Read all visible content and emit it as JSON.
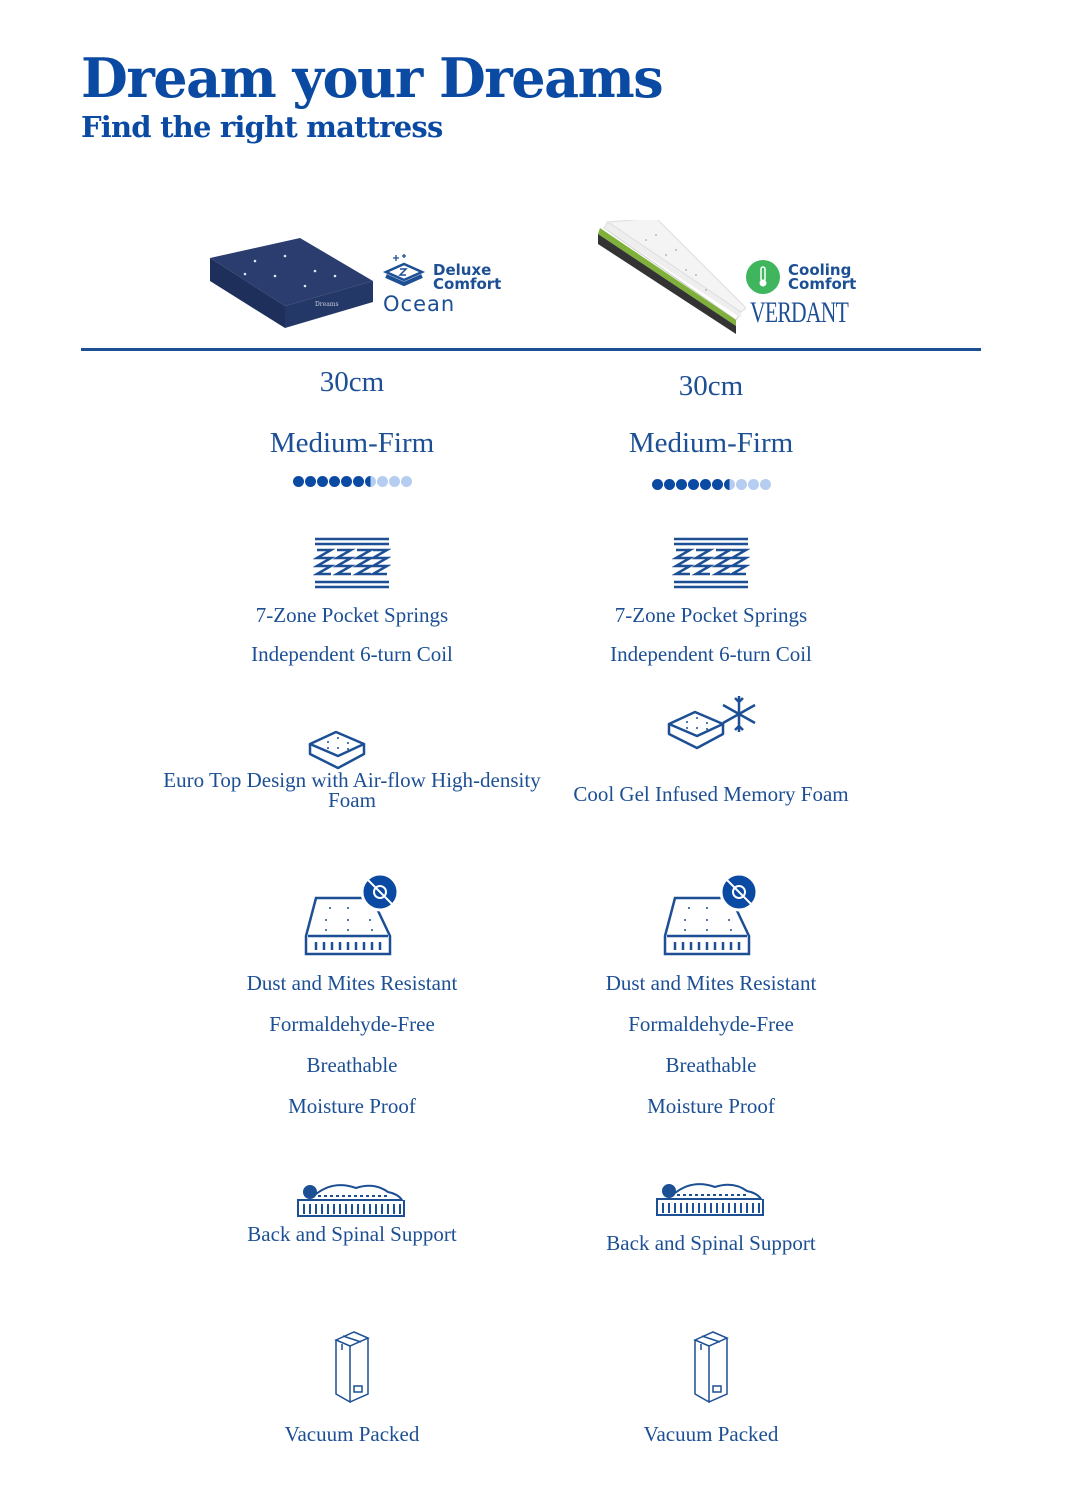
{
  "header": {
    "title": "Dream your Dreams",
    "subtitle": "Find the right mattress"
  },
  "colors": {
    "primary": "#0b4aa2",
    "text": "#1c4f94",
    "dot_light": "#b5cdf0",
    "cooling_green": "#3fb55e"
  },
  "products": [
    {
      "badge_line1": "Deluxe",
      "badge_line2": "Comfort",
      "badge_icon": "pillow-sparkle-icon",
      "name": "Ocean",
      "thickness": "30cm",
      "firmness": "Medium-Firm",
      "firmness_level": 6.5,
      "firmness_max": 10,
      "springs": [
        "7-Zone Pocket Springs",
        "Independent 6-turn Coil"
      ],
      "foam": "Euro Top Design with Air-flow High-density Foam",
      "foam_icon": "foam-icon",
      "features": [
        "Dust and Mites Resistant",
        "Formaldehyde-Free",
        "Breathable",
        "Moisture Proof"
      ],
      "support": "Back and Spinal Support",
      "packing": "Vacuum Packed"
    },
    {
      "badge_line1": "Cooling",
      "badge_line2": "Comfort",
      "badge_icon": "thermometer-icon",
      "name": "VERDANT",
      "thickness": "30cm",
      "firmness": "Medium-Firm",
      "firmness_level": 6.5,
      "firmness_max": 10,
      "springs": [
        "7-Zone Pocket Springs",
        "Independent 6-turn Coil"
      ],
      "foam": "Cool Gel Infused Memory Foam",
      "foam_icon": "cooling-foam-icon",
      "features": [
        "Dust and Mites Resistant",
        "Formaldehyde-Free",
        "Breathable",
        "Moisture Proof"
      ],
      "support": "Back and Spinal Support",
      "packing": "Vacuum Packed"
    }
  ]
}
